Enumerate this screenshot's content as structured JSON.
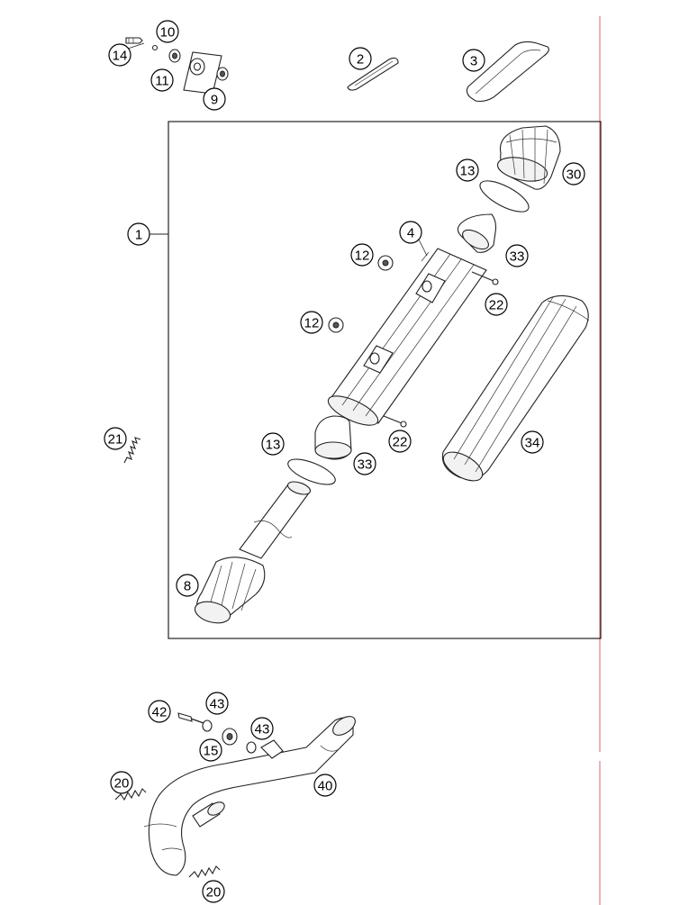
{
  "labels": {
    "p1": "1",
    "p2": "2",
    "p3": "3",
    "p4": "4",
    "p8": "8",
    "p9": "9",
    "p10": "10",
    "p11": "11",
    "p12a": "12",
    "p12b": "12",
    "p13a": "13",
    "p13b": "13",
    "p14": "14",
    "p15": "15",
    "p20a": "20",
    "p20b": "20",
    "p21": "21",
    "p22a": "22",
    "p22b": "22",
    "p30": "30",
    "p33a": "33",
    "p33b": "33",
    "p34": "34",
    "p40": "40",
    "p42": "42",
    "p43a": "43",
    "p43b": "43"
  },
  "colors": {
    "page_edge_line": "#e06060",
    "line_art": "#222222"
  }
}
